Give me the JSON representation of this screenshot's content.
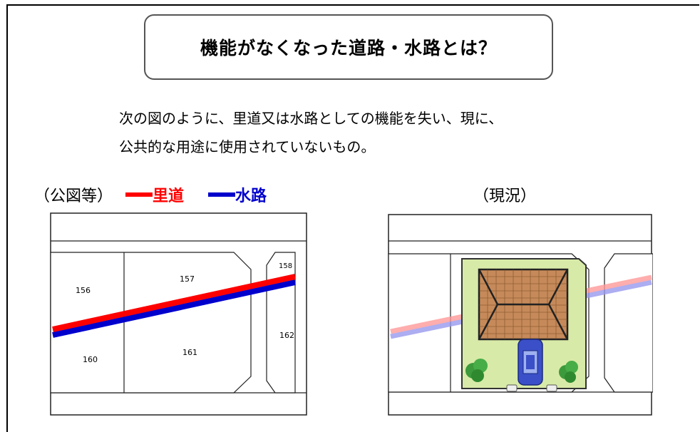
{
  "title": "機能がなくなった道路・水路とは？",
  "description": {
    "line1": "次の図のように、里道又は水路としての機能を失い、現に、",
    "line2": "公共的な用途に使用されていないもの。"
  },
  "left_diagram": {
    "label": "（公図等）",
    "legend": {
      "road_label": "里道",
      "road_color": "#ff0000",
      "water_label": "水路",
      "water_color": "#0000cc"
    },
    "parcels": {
      "p156": "156",
      "p157": "157",
      "p158": "158",
      "p160": "160",
      "p161": "161",
      "p162": "162"
    }
  },
  "right_diagram": {
    "label": "（現況）"
  }
}
